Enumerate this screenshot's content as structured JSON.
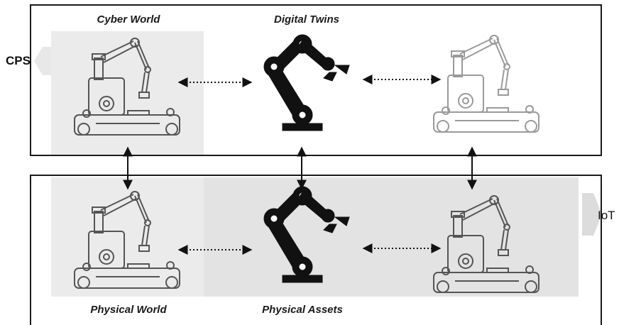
{
  "labels": {
    "cps": "CPS",
    "iot": "IoT",
    "cyber_world": "Cyber World",
    "digital_twins": "Digital Twins",
    "physical_world": "Physical World",
    "physical_assets": "Physical Assets"
  },
  "icons": {
    "mobile_manipulator": "mobile-robot-arm-icon",
    "industrial_arm": "industrial-robot-arm-icon"
  },
  "colors": {
    "frame": "#1a1a1a",
    "shade_light": "#ebebeb",
    "shade_dark": "#e3e3e3",
    "robot_gray": "#555555",
    "robot_faded": "#9a9a9a",
    "arm_black": "#111111"
  }
}
